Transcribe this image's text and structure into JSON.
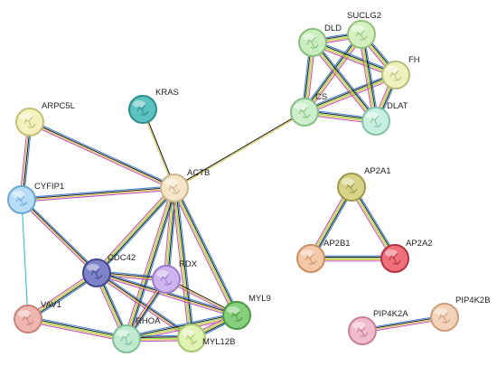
{
  "nodes": [
    {
      "id": "ACTB",
      "label": "ACTB",
      "color": "#f6e4c6",
      "stroke": "#c9b48e",
      "icon": "protein-structure-icon"
    },
    {
      "id": "KRAS",
      "label": "KRAS",
      "color": "#5cc2c0",
      "stroke": "#2f8b8a",
      "icon": "protein-structure-icon"
    },
    {
      "id": "ARPC5L",
      "label": "ARPC5L",
      "color": "#f3f1bd",
      "stroke": "#c3bf78",
      "icon": "protein-structure-icon"
    },
    {
      "id": "CYFIP1",
      "label": "CYFIP1",
      "color": "#b7dcf5",
      "stroke": "#6aa7d3",
      "icon": "protein-structure-icon"
    },
    {
      "id": "CDC42",
      "label": "CDC42",
      "color": "#7e82c8",
      "stroke": "#43478f",
      "icon": "protein-structure-icon"
    },
    {
      "id": "RDX",
      "label": "RDX",
      "color": "#cdb4ee",
      "stroke": "#9c7ccb",
      "icon": "protein-structure-icon"
    },
    {
      "id": "MYL9",
      "label": "MYL9",
      "color": "#86cf7c",
      "stroke": "#4d9a44",
      "icon": "protein-structure-icon"
    },
    {
      "id": "VAV1",
      "label": "VAV1",
      "color": "#efb6b0",
      "stroke": "#c98179",
      "icon": "protein-structure-icon"
    },
    {
      "id": "RHOA",
      "label": "RHOA",
      "color": "#bfead0",
      "stroke": "#7fbf97",
      "icon": "protein-structure-icon"
    },
    {
      "id": "MYL12B",
      "label": "MYL12B",
      "color": "#e0f3b5",
      "stroke": "#a6c76c",
      "icon": "protein-structure-icon"
    },
    {
      "id": "CS",
      "label": "CS",
      "color": "#cdeecb",
      "stroke": "#86bf84",
      "icon": "protein-structure-icon"
    },
    {
      "id": "DLD",
      "label": "DLD",
      "color": "#c9edbf",
      "stroke": "#86bf7a",
      "icon": "protein-structure-icon"
    },
    {
      "id": "SUCLG2",
      "label": "SUCLG2",
      "color": "#d4f0bf",
      "stroke": "#94c27a",
      "icon": "protein-structure-icon"
    },
    {
      "id": "FH",
      "label": "FH",
      "color": "#eef2bf",
      "stroke": "#b8bf7a",
      "icon": "protein-structure-icon"
    },
    {
      "id": "DLAT",
      "label": "DLAT",
      "color": "#c8f0e0",
      "stroke": "#84c2a7",
      "icon": "protein-structure-icon"
    },
    {
      "id": "AP2A1",
      "label": "AP2A1",
      "color": "#d7d487",
      "stroke": "#9d9a4d",
      "icon": "protein-structure-icon"
    },
    {
      "id": "AP2B1",
      "label": "AP2B1",
      "color": "#f3c9a9",
      "stroke": "#c98f62",
      "icon": "protein-structure-icon"
    },
    {
      "id": "AP2A2",
      "label": "AP2A2",
      "color": "#ef6f7a",
      "stroke": "#b3323f",
      "icon": "protein-structure-icon"
    },
    {
      "id": "PIP4K2A",
      "label": "PIP4K2A",
      "color": "#f0bccb",
      "stroke": "#c98095",
      "icon": "protein-structure-icon"
    },
    {
      "id": "PIP4K2B",
      "label": "PIP4K2B",
      "color": "#f3d2b8",
      "stroke": "#c99e7c",
      "icon": "protein-structure-icon"
    }
  ],
  "edges": [
    {
      "from": "KRAS",
      "to": "ACTB",
      "evidence": [
        "#111111",
        "#d4c43a"
      ]
    },
    {
      "from": "ARPC5L",
      "to": "ACTB",
      "evidence": [
        "#3a7bd5",
        "#111111",
        "#d4c43a",
        "#c347c3"
      ]
    },
    {
      "from": "ARPC5L",
      "to": "CYFIP1",
      "evidence": [
        "#3a7bd5",
        "#111111",
        "#d4c43a",
        "#c347c3"
      ]
    },
    {
      "from": "CYFIP1",
      "to": "ACTB",
      "evidence": [
        "#3a7bd5",
        "#111111",
        "#d4c43a",
        "#c347c3"
      ]
    },
    {
      "from": "CYFIP1",
      "to": "CDC42",
      "evidence": [
        "#3a7bd5",
        "#111111",
        "#d4c43a",
        "#c347c3"
      ]
    },
    {
      "from": "CYFIP1",
      "to": "VAV1",
      "evidence": [
        "#21b8d0"
      ]
    },
    {
      "from": "ACTB",
      "to": "CDC42",
      "evidence": [
        "#3a7bd5",
        "#111111",
        "#8fd146",
        "#d4c43a",
        "#c347c3"
      ]
    },
    {
      "from": "ACTB",
      "to": "RDX",
      "evidence": [
        "#3a7bd5",
        "#111111",
        "#8fd146",
        "#d4c43a",
        "#c347c3"
      ]
    },
    {
      "from": "ACTB",
      "to": "MYL9",
      "evidence": [
        "#3a7bd5",
        "#111111",
        "#8fd146",
        "#d4c43a",
        "#c347c3"
      ]
    },
    {
      "from": "ACTB",
      "to": "RHOA",
      "evidence": [
        "#3a7bd5",
        "#111111",
        "#8fd146",
        "#d4c43a",
        "#c347c3"
      ]
    },
    {
      "from": "ACTB",
      "to": "MYL12B",
      "evidence": [
        "#3a7bd5",
        "#111111",
        "#8fd146",
        "#d4c43a",
        "#c347c3"
      ]
    },
    {
      "from": "ACTB",
      "to": "CS",
      "evidence": [
        "#111111",
        "#d4c43a"
      ]
    },
    {
      "from": "CDC42",
      "to": "VAV1",
      "evidence": [
        "#3a7bd5",
        "#111111",
        "#8fd146",
        "#d4c43a",
        "#c347c3"
      ]
    },
    {
      "from": "CDC42",
      "to": "RHOA",
      "evidence": [
        "#3a7bd5",
        "#111111",
        "#8fd146",
        "#d4c43a",
        "#c347c3"
      ]
    },
    {
      "from": "CDC42",
      "to": "RDX",
      "evidence": [
        "#3a7bd5",
        "#111111",
        "#d4c43a",
        "#c347c3"
      ]
    },
    {
      "from": "CDC42",
      "to": "MYL9",
      "evidence": [
        "#3a7bd5",
        "#111111",
        "#d4c43a",
        "#c347c3"
      ]
    },
    {
      "from": "CDC42",
      "to": "MYL12B",
      "evidence": [
        "#3a7bd5",
        "#111111",
        "#d4c43a",
        "#c347c3"
      ]
    },
    {
      "from": "VAV1",
      "to": "RHOA",
      "evidence": [
        "#3a7bd5",
        "#111111",
        "#8fd146",
        "#d4c43a",
        "#c347c3"
      ]
    },
    {
      "from": "RDX",
      "to": "RHOA",
      "evidence": [
        "#3a7bd5",
        "#111111",
        "#d4c43a",
        "#c347c3"
      ]
    },
    {
      "from": "RDX",
      "to": "MYL9",
      "evidence": [
        "#111111",
        "#d4c43a",
        "#c347c3"
      ]
    },
    {
      "from": "RHOA",
      "to": "MYL9",
      "evidence": [
        "#3a7bd5",
        "#111111",
        "#8fd146",
        "#d4c43a",
        "#c347c3"
      ]
    },
    {
      "from": "RHOA",
      "to": "MYL12B",
      "evidence": [
        "#3a7bd5",
        "#111111",
        "#8fd146",
        "#d4c43a",
        "#c347c3"
      ]
    },
    {
      "from": "MYL9",
      "to": "MYL12B",
      "evidence": [
        "#3a7bd5",
        "#111111",
        "#8fd146",
        "#d4c43a",
        "#c347c3"
      ]
    },
    {
      "from": "CS",
      "to": "DLD",
      "evidence": [
        "#3a7bd5",
        "#111111",
        "#8fd146",
        "#d4c43a",
        "#c347c3"
      ]
    },
    {
      "from": "CS",
      "to": "SUCLG2",
      "evidence": [
        "#3a7bd5",
        "#111111",
        "#8fd146",
        "#d4c43a",
        "#c347c3"
      ]
    },
    {
      "from": "CS",
      "to": "FH",
      "evidence": [
        "#3a7bd5",
        "#111111",
        "#8fd146",
        "#d4c43a",
        "#c347c3"
      ]
    },
    {
      "from": "CS",
      "to": "DLAT",
      "evidence": [
        "#3a7bd5",
        "#111111",
        "#8fd146",
        "#d4c43a",
        "#c347c3"
      ]
    },
    {
      "from": "DLD",
      "to": "SUCLG2",
      "evidence": [
        "#3a7bd5",
        "#111111",
        "#8fd146",
        "#d4c43a",
        "#c347c3"
      ]
    },
    {
      "from": "DLD",
      "to": "FH",
      "evidence": [
        "#3a7bd5",
        "#111111",
        "#8fd146",
        "#d4c43a",
        "#c347c3"
      ]
    },
    {
      "from": "DLD",
      "to": "DLAT",
      "evidence": [
        "#3a7bd5",
        "#111111",
        "#8fd146",
        "#d4c43a",
        "#c347c3"
      ]
    },
    {
      "from": "SUCLG2",
      "to": "FH",
      "evidence": [
        "#3a7bd5",
        "#111111",
        "#8fd146",
        "#d4c43a",
        "#c347c3"
      ]
    },
    {
      "from": "SUCLG2",
      "to": "DLAT",
      "evidence": [
        "#3a7bd5",
        "#111111",
        "#8fd146",
        "#d4c43a",
        "#c347c3"
      ]
    },
    {
      "from": "FH",
      "to": "DLAT",
      "evidence": [
        "#3a7bd5",
        "#111111",
        "#8fd146",
        "#d4c43a",
        "#c347c3"
      ]
    },
    {
      "from": "AP2A1",
      "to": "AP2B1",
      "evidence": [
        "#3a7bd5",
        "#111111",
        "#8fd146",
        "#d4c43a",
        "#c347c3"
      ]
    },
    {
      "from": "AP2A1",
      "to": "AP2A2",
      "evidence": [
        "#3a7bd5",
        "#111111",
        "#8fd146",
        "#d4c43a",
        "#c347c3"
      ]
    },
    {
      "from": "AP2B1",
      "to": "AP2A2",
      "evidence": [
        "#3a7bd5",
        "#111111",
        "#8fd146",
        "#d4c43a",
        "#c347c3"
      ]
    },
    {
      "from": "PIP4K2A",
      "to": "PIP4K2B",
      "evidence": [
        "#3a7bd5",
        "#111111",
        "#d4c43a",
        "#c347c3"
      ]
    }
  ]
}
